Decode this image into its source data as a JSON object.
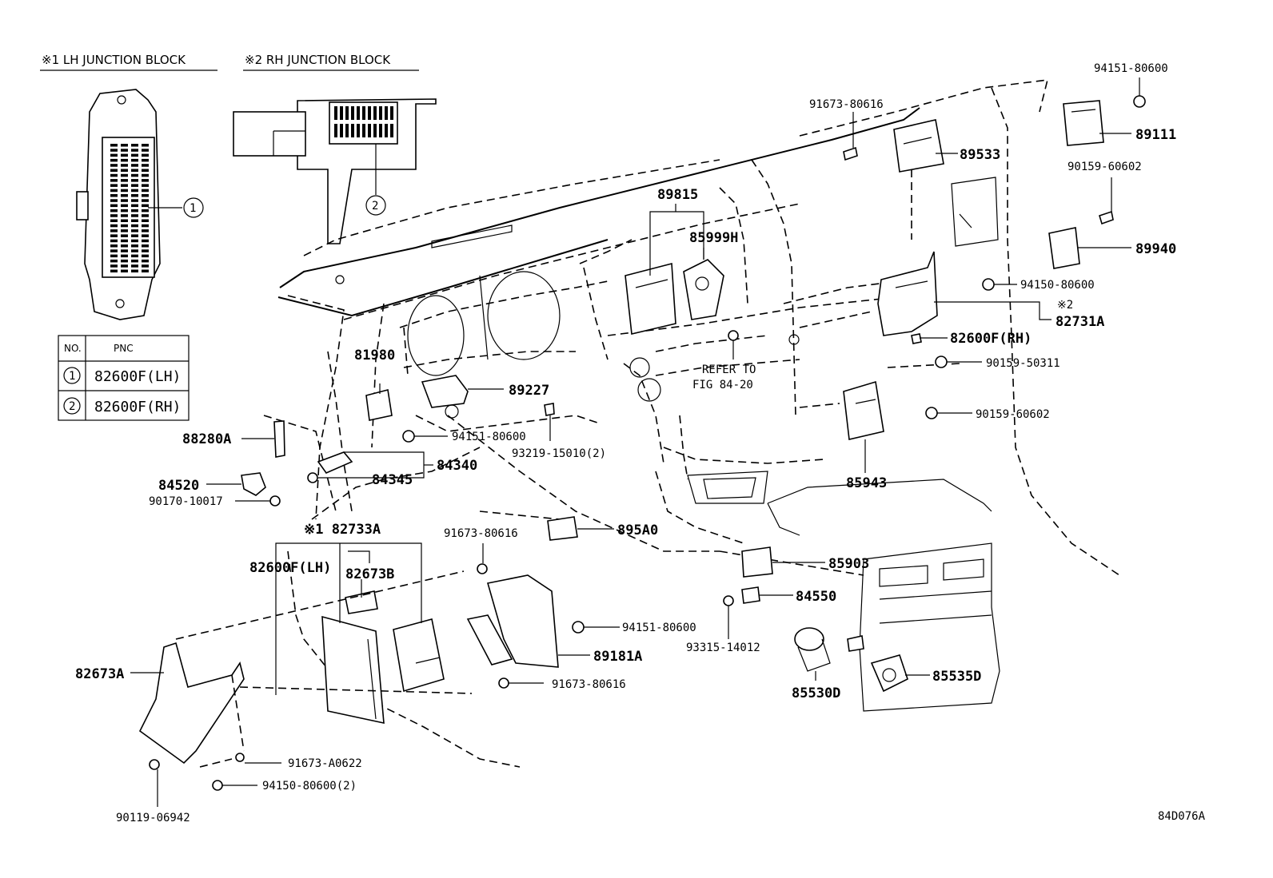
{
  "headers": {
    "lh_junction_block": "※1  LH JUNCTION BLOCK",
    "rh_junction_block": "※2  RH JUNCTION BLOCK"
  },
  "pnc_table": {
    "col_no": "NO.",
    "col_pnc": "PNC",
    "rows": [
      {
        "no": "1",
        "pnc": "82600F(LH)"
      },
      {
        "no": "2",
        "pnc": "82600F(RH)"
      }
    ]
  },
  "callouts": {
    "c1": "1",
    "c2": "2"
  },
  "parts": {
    "p94151_80600_top": "94151-80600",
    "p89111": "89111",
    "p91673_80616_top": "91673-80616",
    "p89533": "89533",
    "p90159_60602_top": "90159-60602",
    "p89815": "89815",
    "p85999H": "85999H",
    "p89940": "89940",
    "p94150_80600": "94150-80600",
    "mark2": "※2",
    "p82731A": "82731A",
    "p82600F_RH": "82600F(RH)",
    "p90159_50311": "90159-50311",
    "p90159_60602_mid": "90159-60602",
    "refer1": "REFER TO",
    "refer2": "FIG 84-20",
    "p81980": "81980",
    "p89227": "89227",
    "p94151_80600_mid": "94151-80600",
    "p93219_15010": "93219-15010(2)",
    "p88280A": "88280A",
    "p84340": "84340",
    "p84345": "84345",
    "p84520": "84520",
    "p90170_10017": "90170-10017",
    "p85943": "85943",
    "p895A0": "895A0",
    "p82733A": "※1 82733A",
    "p91673_80616_mid": "91673-80616",
    "p82600F_LH": "82600F(LH)",
    "p82673B": "82673B",
    "p85903": "85903",
    "p84550": "84550",
    "p94151_80600_low": "94151-80600",
    "p93315_14012": "93315-14012",
    "p82673A": "82673A",
    "p89181A": "89181A",
    "p91673_80616_low": "91673-80616",
    "p85530D": "85530D",
    "p85535D": "85535D",
    "p91673_A0622": "91673-A0622",
    "p94150_80600_2": "94150-80600(2)",
    "p90119_06942": "90119-06942",
    "fig_id": "84D076A"
  }
}
